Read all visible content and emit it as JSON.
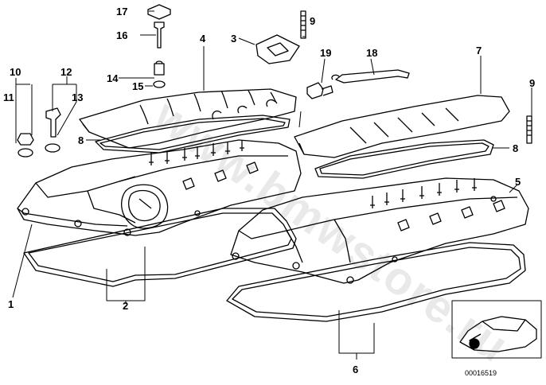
{
  "diagram": {
    "watermark": "www.bmwstore.ru",
    "catalog_number": "00016519",
    "callouts": [
      {
        "id": "1",
        "text": "1"
      },
      {
        "id": "2",
        "text": "2"
      },
      {
        "id": "3",
        "text": "3"
      },
      {
        "id": "4",
        "text": "4"
      },
      {
        "id": "5",
        "text": "5"
      },
      {
        "id": "6",
        "text": "6"
      },
      {
        "id": "7",
        "text": "7"
      },
      {
        "id": "8a",
        "text": "8"
      },
      {
        "id": "8b",
        "text": "8"
      },
      {
        "id": "9a",
        "text": "9"
      },
      {
        "id": "9b",
        "text": "9"
      },
      {
        "id": "10",
        "text": "10"
      },
      {
        "id": "11",
        "text": "11"
      },
      {
        "id": "12",
        "text": "12"
      },
      {
        "id": "13",
        "text": "13"
      },
      {
        "id": "14",
        "text": "14"
      },
      {
        "id": "15",
        "text": "15"
      },
      {
        "id": "16",
        "text": "16"
      },
      {
        "id": "17",
        "text": "17"
      },
      {
        "id": "18",
        "text": "18"
      },
      {
        "id": "19",
        "text": "19"
      }
    ]
  }
}
